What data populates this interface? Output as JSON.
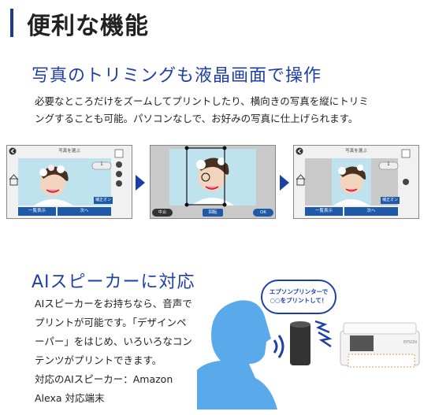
{
  "header": {
    "title": "便利な機能"
  },
  "section1": {
    "title": "写真のトリミングも液晶画面で操作",
    "body_line1": "必要なところだけをズームしてプリントしたり、横向きの写真を縦にトリミ",
    "body_line2": "ングすることも可能。パソコンなしで、お好みの写真に仕上げられます。"
  },
  "screens": [
    {
      "title": "写真を選ぶ",
      "counter": "1",
      "badge": "補正オン",
      "left_button": "一覧表示",
      "right_button": "次へ"
    },
    {
      "left_button": "中止",
      "center_button": "回転",
      "right_button": "OK"
    },
    {
      "title": "写真を選ぶ",
      "counter": "1",
      "badge": "補正オン",
      "left_button": "一覧表示",
      "right_button": "次へ"
    }
  ],
  "section2": {
    "title": "AIスピーカーに対応",
    "lines": [
      "AIスピーカーをお持ちなら、音声で",
      "プリントが可能です。「デザインペ",
      "ーパー」をはじめ、いろいろなコン",
      "テンツがプリントできます。",
      "対応のAIスピーカー：Amazon",
      "Alexa 対応端末"
    ]
  },
  "bubble": {
    "line1": "エプソンプリンターで",
    "line2": "○○をプリントして！"
  },
  "printer": {
    "brand": "EPSON"
  },
  "colors": {
    "accent": "#1e3fa6",
    "header_bar": "#1e3a8a",
    "silhouette": "#5aa9ea"
  }
}
